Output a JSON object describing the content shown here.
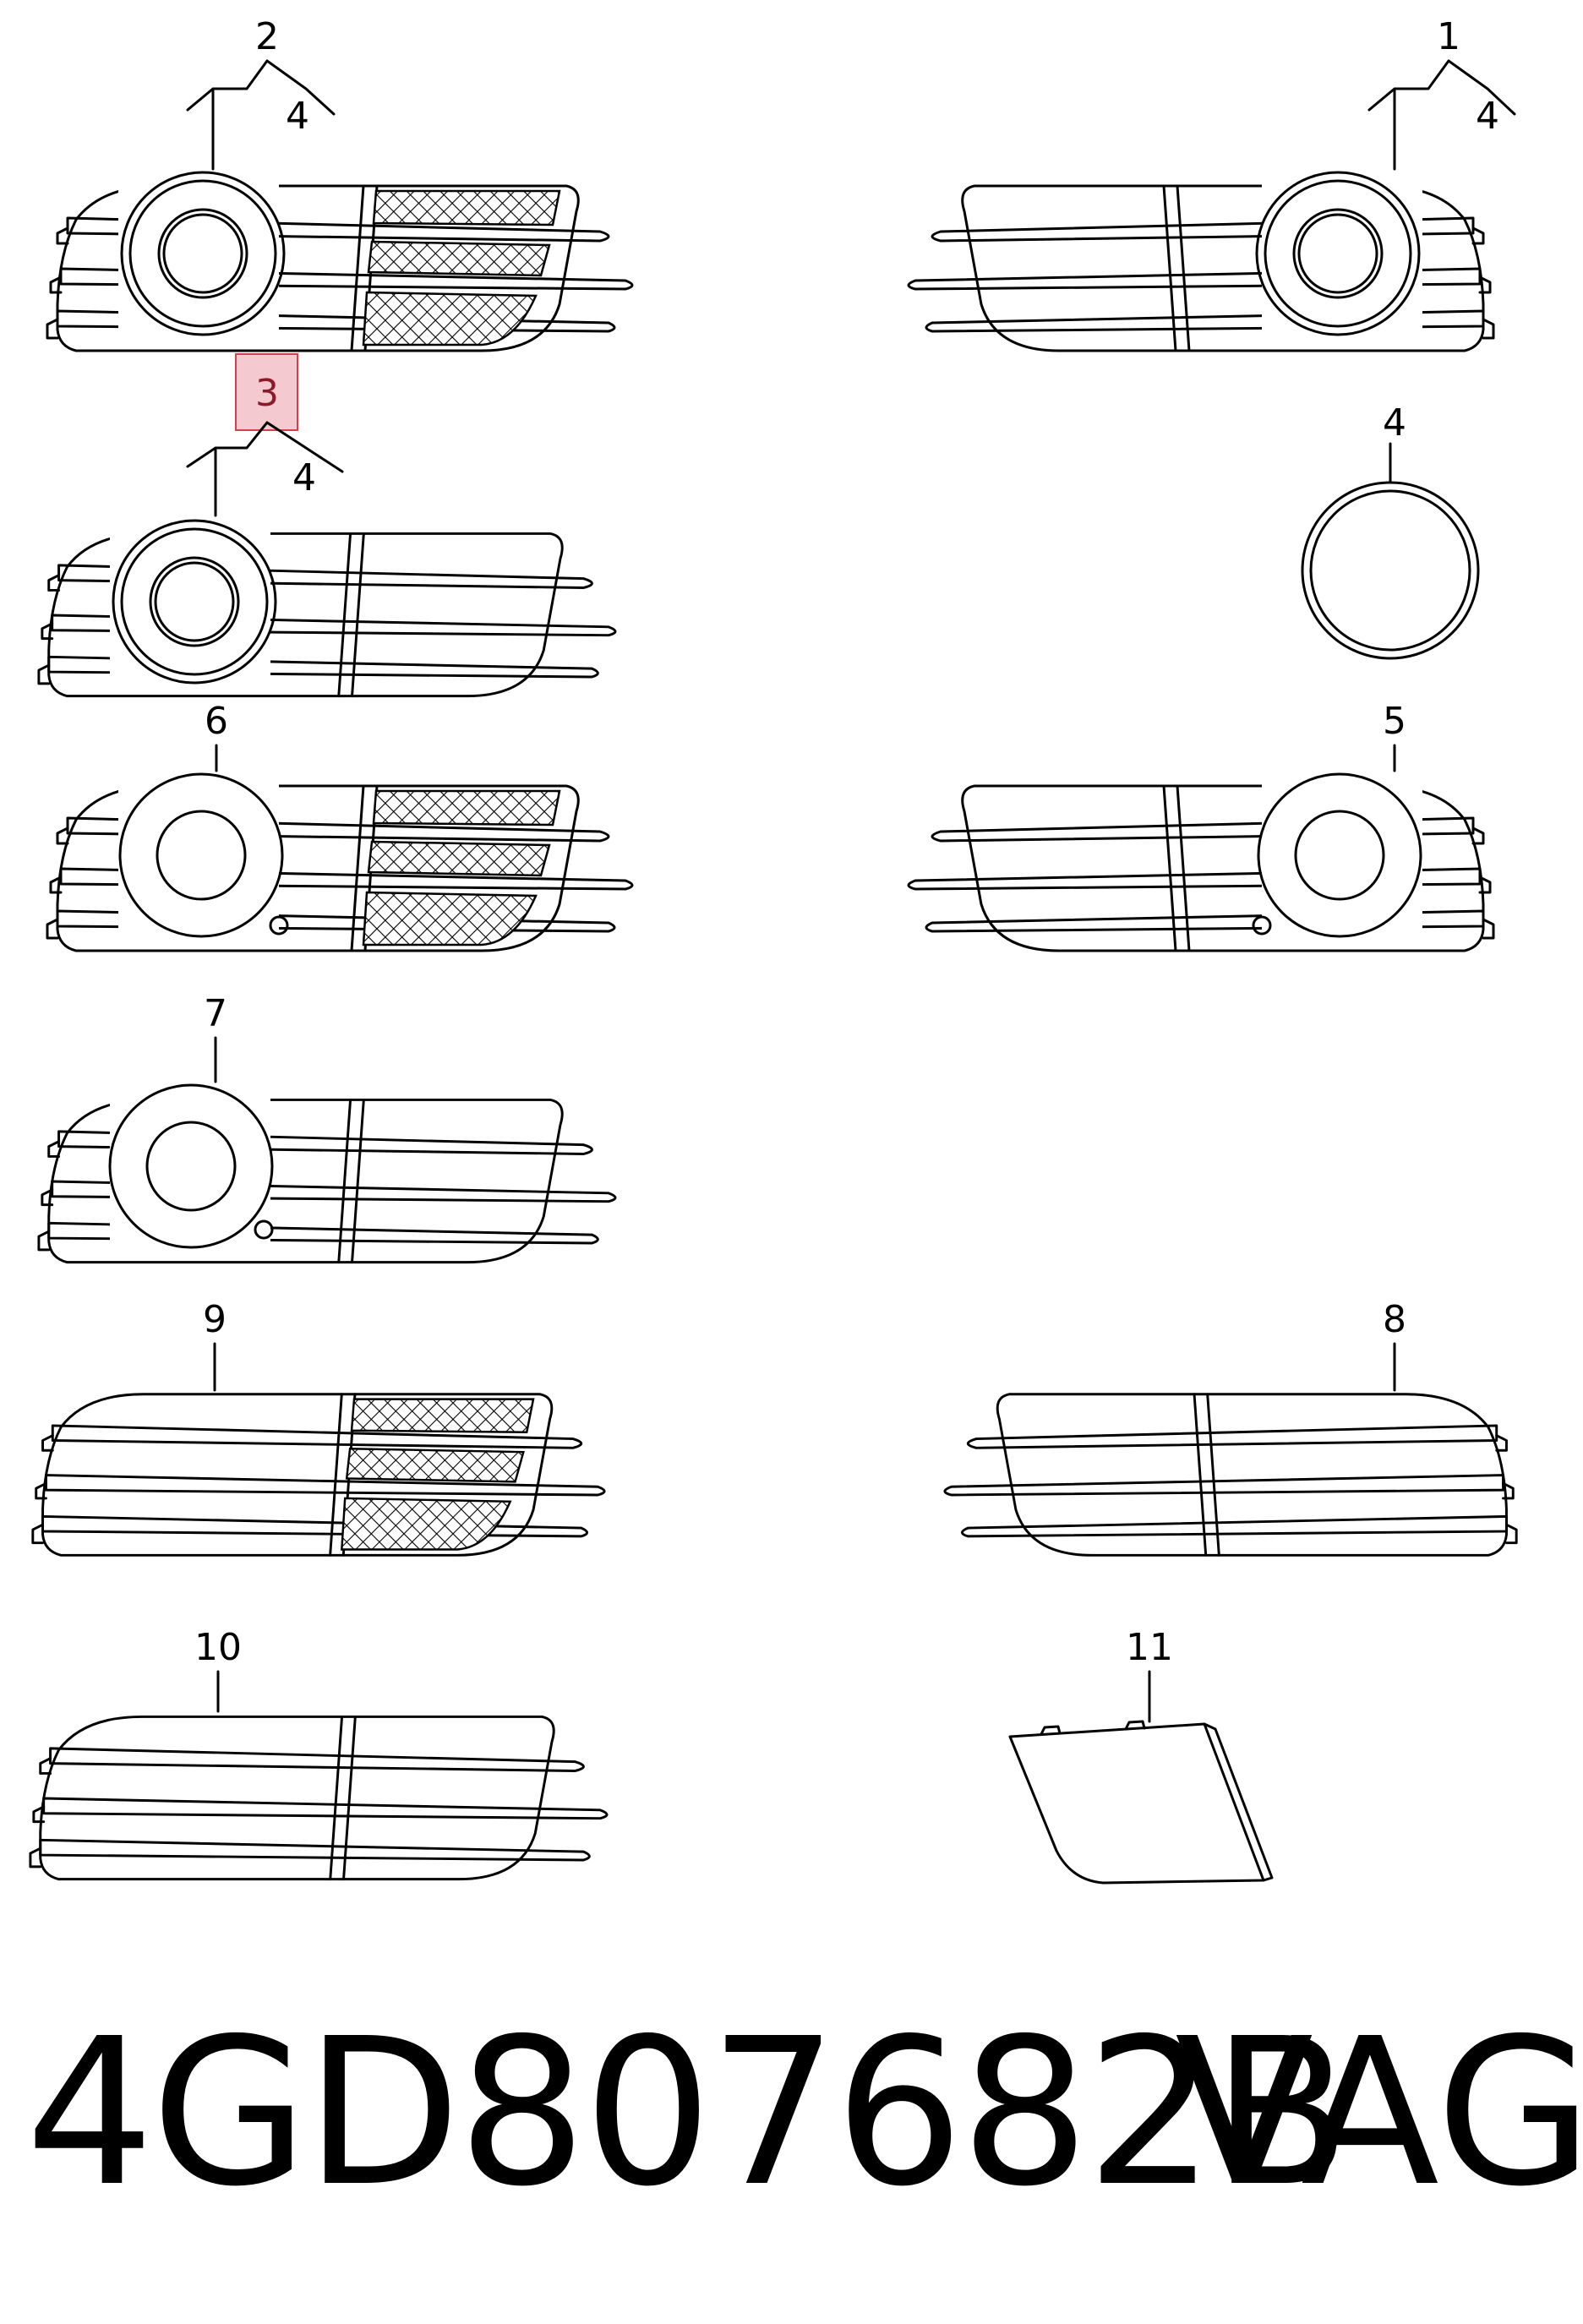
{
  "diagram": {
    "callouts": [
      {
        "id": "c2",
        "text": "2"
      },
      {
        "id": "c1",
        "text": "1"
      },
      {
        "id": "c3",
        "text": "3",
        "highlighted": true
      },
      {
        "id": "c4",
        "text": "4"
      },
      {
        "id": "c6",
        "text": "6"
      },
      {
        "id": "c5",
        "text": "5"
      },
      {
        "id": "c7",
        "text": "7"
      },
      {
        "id": "c9",
        "text": "9"
      },
      {
        "id": "c8",
        "text": "8"
      },
      {
        "id": "c10",
        "text": "10"
      },
      {
        "id": "c11",
        "text": "11"
      },
      {
        "id": "c2sub",
        "text": "4"
      },
      {
        "id": "c1sub",
        "text": "4"
      },
      {
        "id": "c3sub",
        "text": "4"
      }
    ],
    "highlight_color": "#f4c9d0",
    "highlight_border": "#d2404e"
  },
  "footer": {
    "part_number": "4GD807682B",
    "brand": "VAG"
  }
}
